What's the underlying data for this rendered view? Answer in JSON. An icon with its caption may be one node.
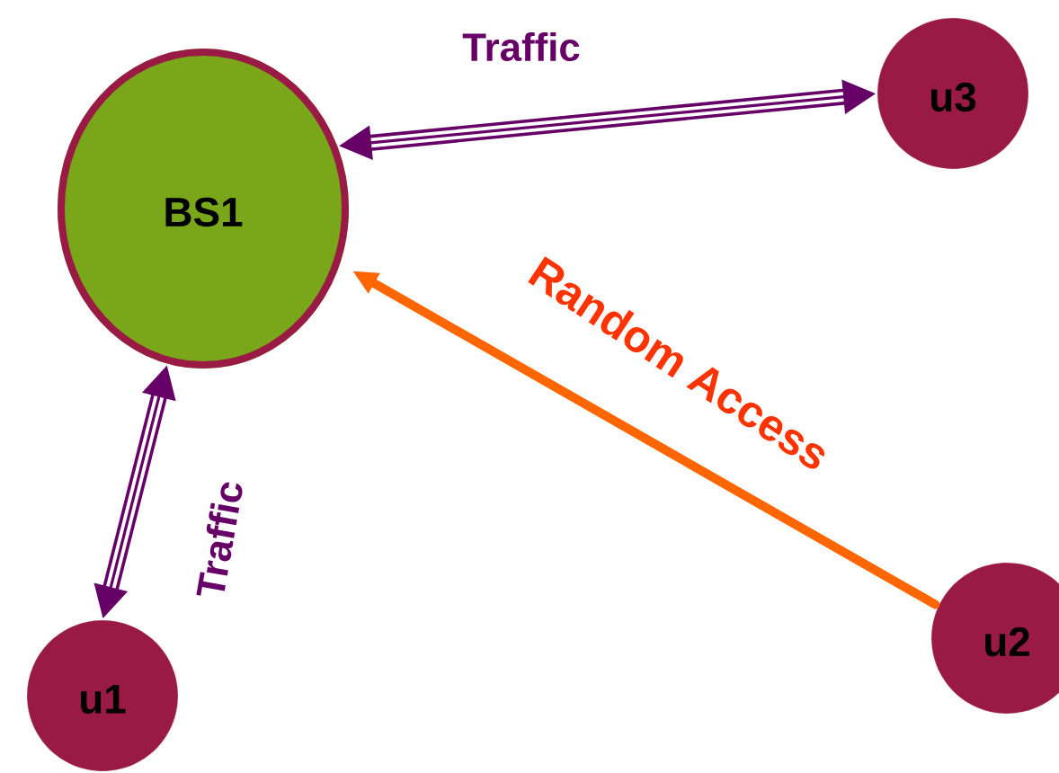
{
  "diagram": {
    "nodes": [
      {
        "text": [
          "BS1"
        ]
      },
      {
        "text": [
          "u3"
        ]
      },
      {
        "text": [
          "u1"
        ]
      },
      {
        "text": [
          "u2"
        ]
      }
    ],
    "edges": [
      {
        "from": 0,
        "to": 1,
        "arrow": "both",
        "label": "Traffic"
      },
      {
        "from": 0,
        "to": 2,
        "arrow": "both",
        "label": "Traffic"
      },
      {
        "from": 3,
        "to": 0,
        "arrow": "to",
        "label": "Random Access",
        "color": "#ff6600"
      }
    ]
  }
}
